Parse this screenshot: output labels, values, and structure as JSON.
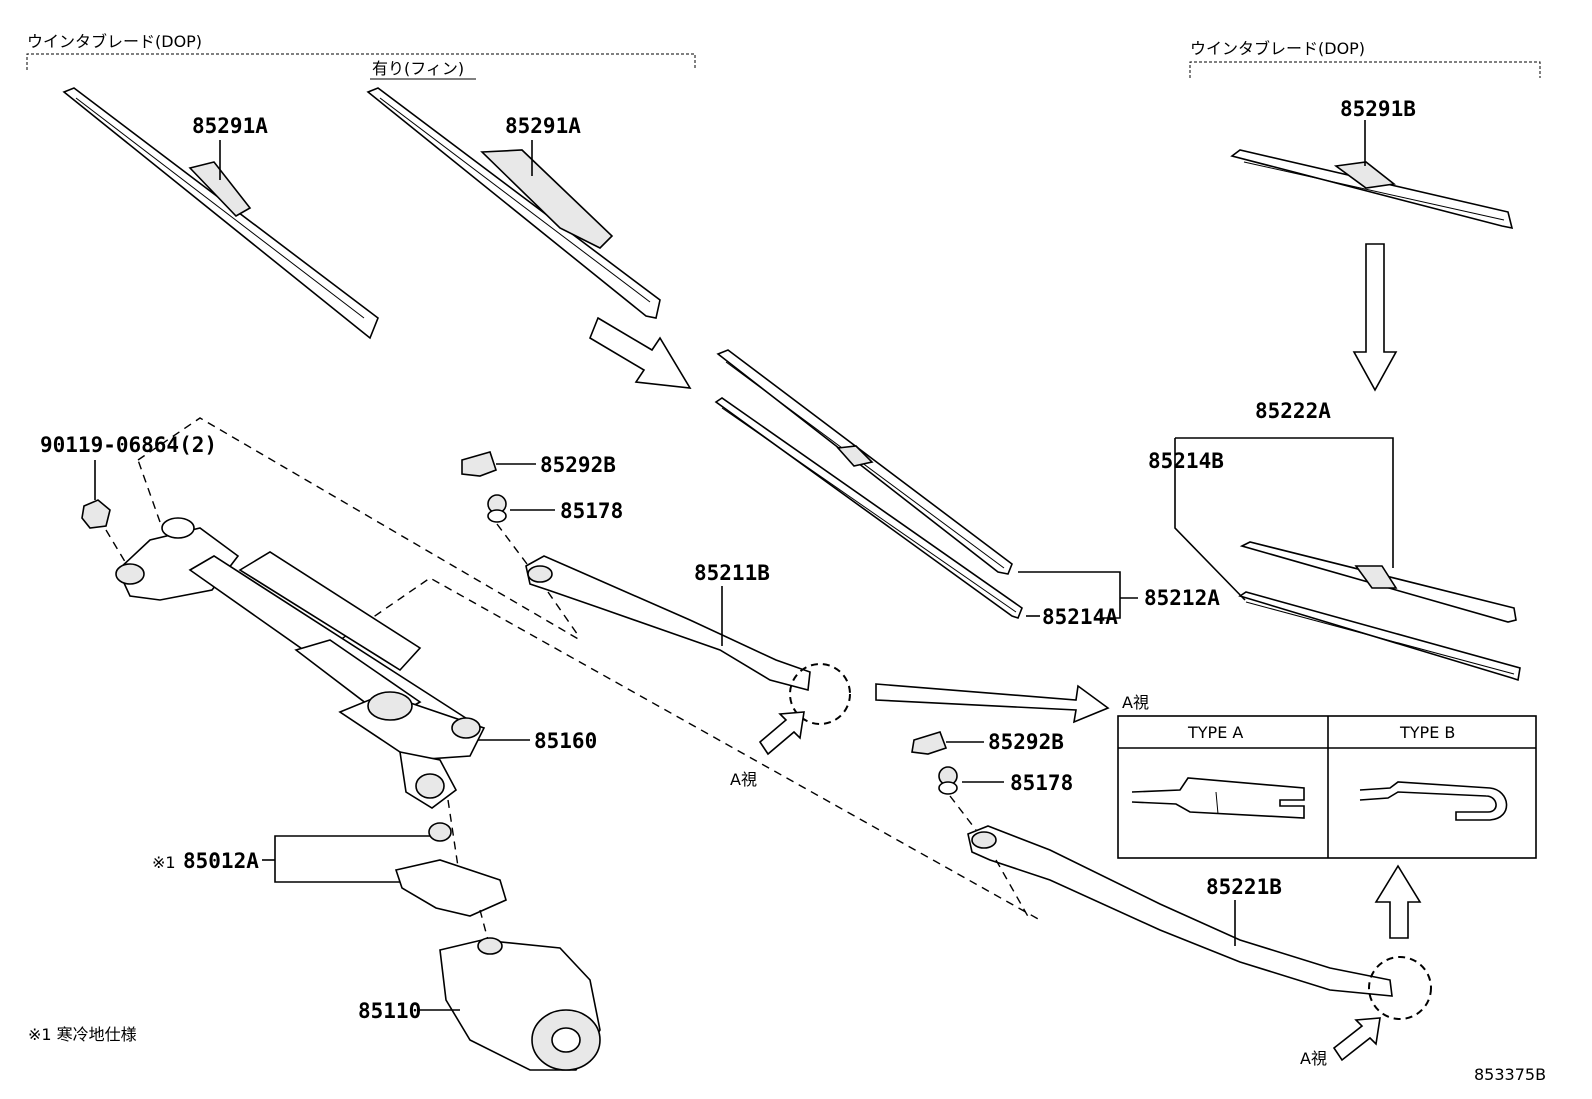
{
  "headers": {
    "left_group": "ウインタブレード(DOP)",
    "fin_option": "有り(フィン)",
    "right_group": "ウインタブレード(DOP)"
  },
  "parts": {
    "p85291A_1": "85291A",
    "p85291A_2": "85291A",
    "p85291B": "85291B",
    "p90119": "90119-06864(2)",
    "p85292B_1": "85292B",
    "p85178_1": "85178",
    "p85211B": "85211B",
    "p85212A": "85212A",
    "p85214A": "85214A",
    "p85222A": "85222A",
    "p85214B": "85214B",
    "p85160": "85160",
    "p85012A": "85012A",
    "p85110": "85110",
    "p85292B_2": "85292B",
    "p85178_2": "85178",
    "p85221B": "85221B"
  },
  "marks": {
    "cold_mark": "※1",
    "view_a_1": "A視",
    "view_a_2": "A視",
    "view_a_3": "A視"
  },
  "detail_box": {
    "type_a": "TYPE A",
    "type_b": "TYPE B"
  },
  "footnote": "※1 寒冷地仕様",
  "diagram_code": "853375B"
}
